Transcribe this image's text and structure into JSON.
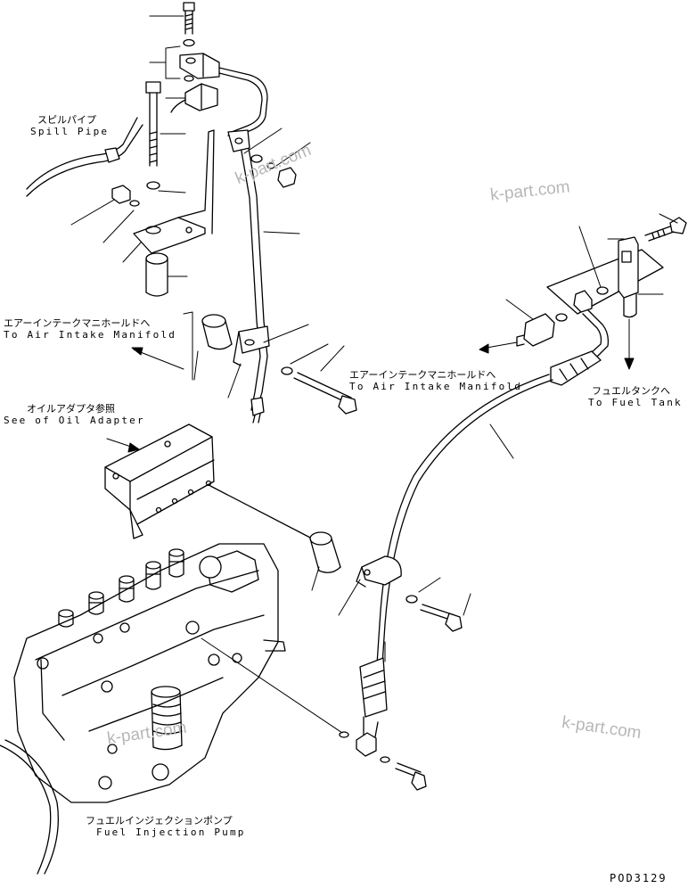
{
  "labels": {
    "spill_pipe": {
      "jp": "スピルパイプ",
      "en": "Spill Pipe"
    },
    "air_intake_1": {
      "jp": "エアーインテークマニホールドへ",
      "en": "To Air Intake Manifold"
    },
    "air_intake_2": {
      "jp": "エアーインテークマニホールドへ",
      "en": "To Air Intake Manifold"
    },
    "oil_adapter": {
      "jp": "オイルアダプタ参照",
      "en": "See of Oil Adapter"
    },
    "fuel_tank": {
      "jp": "フュエルタンクへ",
      "en": "To Fuel Tank"
    },
    "fuel_pump": {
      "jp": "フュエルインジェクションポンプ",
      "en": "Fuel Injection Pump"
    }
  },
  "watermarks": [
    "k-part.com",
    "k-part.com",
    "k-part.com",
    "k-part.com"
  ],
  "drawing_code": "POD3129"
}
